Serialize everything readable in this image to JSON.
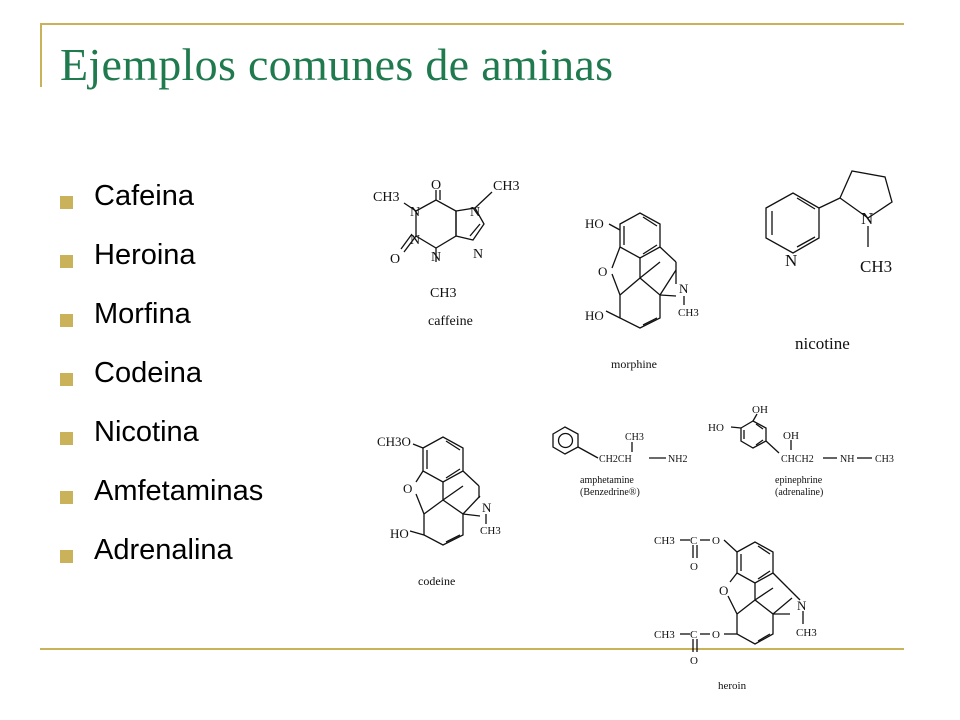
{
  "title": "Ejemplos comunes de aminas",
  "bullets": [
    "Cafeina",
    "Heroina",
    "Morfina",
    "Codeina",
    "Nicotina",
    "Amfetaminas",
    "Adrenalina"
  ],
  "colors": {
    "title": "#1f7a4e",
    "accent": "#c9b25a"
  },
  "structures": {
    "caffeine": {
      "caption": "caffeine",
      "labels": [
        "CH3",
        "O",
        "CH3",
        "N",
        "N",
        "O",
        "N",
        "N",
        "N",
        "CH3"
      ]
    },
    "morphine": {
      "caption": "morphine",
      "labels": [
        "HO",
        "O",
        "N",
        "HO",
        "CH3"
      ]
    },
    "nicotine": {
      "caption": "nicotine",
      "labels": [
        "N",
        "N",
        "CH3"
      ]
    },
    "codeine": {
      "caption": "codeine",
      "labels": [
        "CH3O",
        "O",
        "N",
        "HO",
        "CH3"
      ]
    },
    "amphetamine": {
      "caption": "amphetamine",
      "caption2": "(Benzedrine®)",
      "labels": [
        "CH3",
        "CH2CH",
        "NH2"
      ]
    },
    "epinephrine": {
      "caption": "epinephrine",
      "caption2": "(adrenaline)",
      "labels": [
        "OH",
        "HO",
        "OH",
        "CHCH2",
        "NH",
        "CH3"
      ]
    },
    "heroin": {
      "caption": "heroin",
      "labels": [
        "CH3",
        "C",
        "O",
        "O",
        "O",
        "N",
        "CH3",
        "CH3",
        "C",
        "O",
        "O"
      ]
    }
  }
}
